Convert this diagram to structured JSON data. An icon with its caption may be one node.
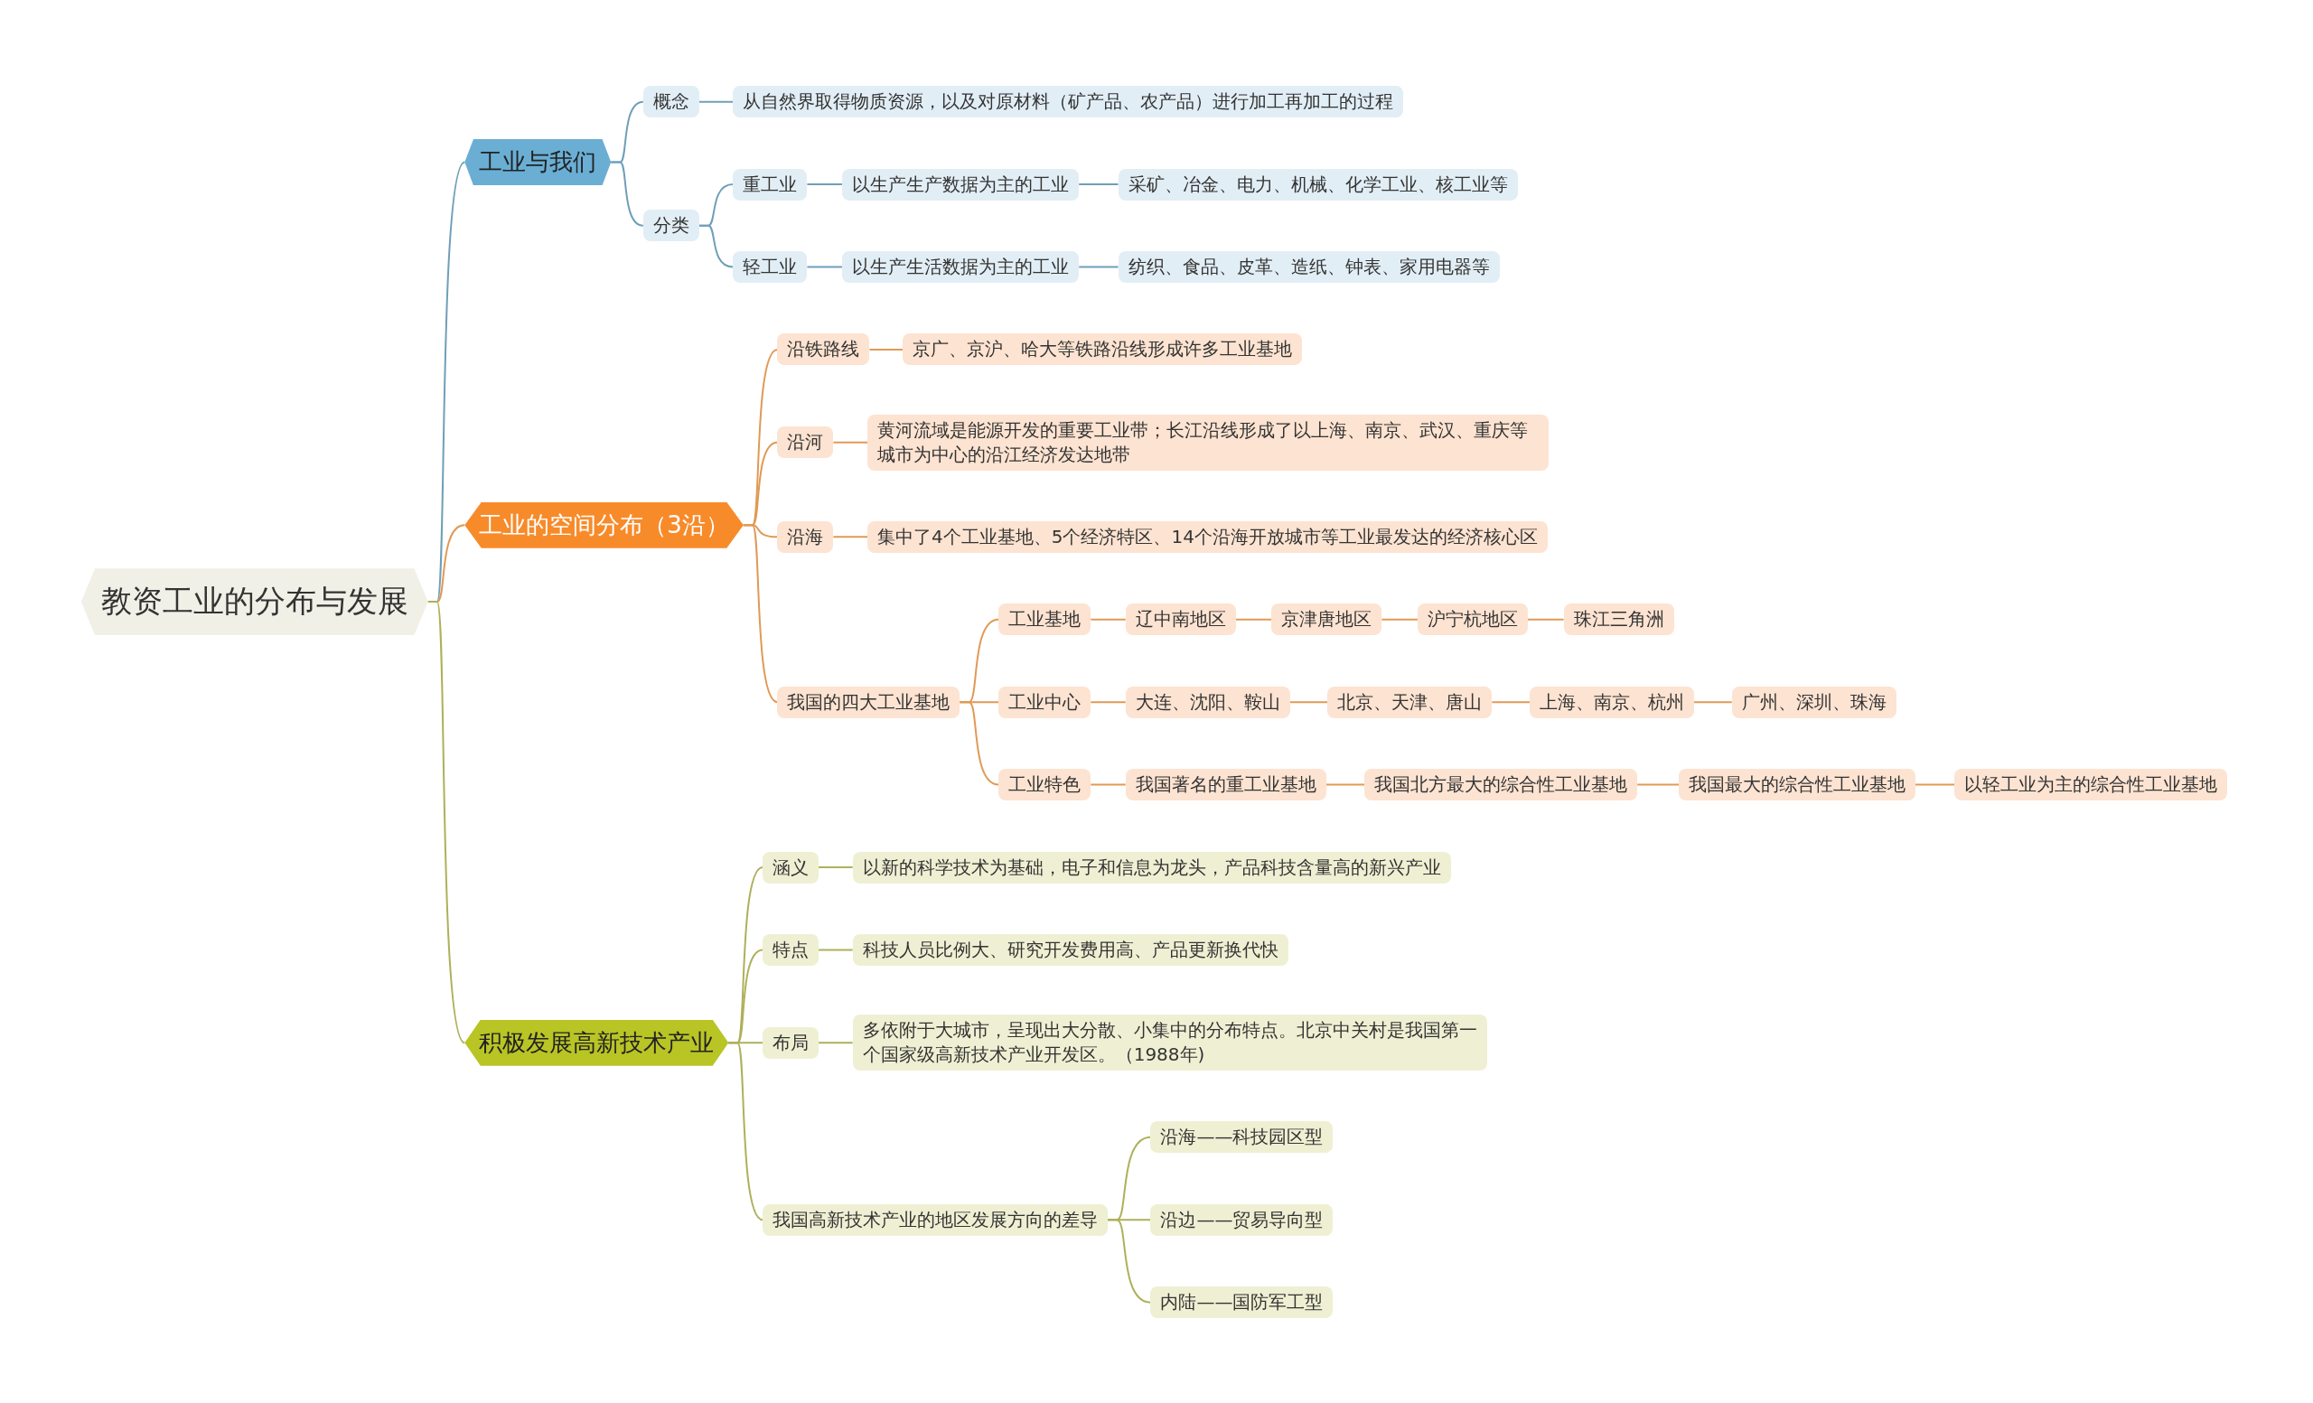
{
  "diagram": {
    "nodes": [
      {
        "text": [
          "教资工业的分布与发展"
        ]
      },
      {
        "text": [
          "工业与我们"
        ]
      },
      {
        "text": [
          "概念"
        ]
      },
      {
        "text": [
          "从自然界取得物质资源，以及对原材料（矿产品、农产品）进行加工再加工的过程"
        ]
      },
      {
        "text": [
          "分类"
        ]
      },
      {
        "text": [
          "重工业"
        ]
      },
      {
        "text": [
          "以生产生产数据为主的工业"
        ]
      },
      {
        "text": [
          "采矿、冶金、电力、机械、化学工业、核工业等"
        ]
      },
      {
        "text": [
          "轻工业"
        ]
      },
      {
        "text": [
          "以生产生活数据为主的工业"
        ]
      },
      {
        "text": [
          "纺织、食品、皮革、造纸、钟表、家用电器等"
        ]
      },
      {
        "text": [
          "工业的空间分布（3沿）"
        ]
      },
      {
        "text": [
          "沿铁路线"
        ]
      },
      {
        "text": [
          "京广、京沪、哈大等铁路沿线形成许多工业基地"
        ]
      },
      {
        "text": [
          "沿河"
        ]
      },
      {
        "text": [
          "黄河流域是能源开发的重要工业带；长江沿线形成了以上海、南京、武汉、重庆等城市为中心的沿江经济发达地带"
        ]
      },
      {
        "text": [
          "沿海"
        ]
      },
      {
        "text": [
          "集中了4个工业基地、5个经济特区、14个沿海开放城市等工业最发达的经济核心区"
        ]
      },
      {
        "text": [
          "我国的四大工业基地"
        ]
      },
      {
        "text": [
          "工业基地"
        ]
      },
      {
        "text": [
          "辽中南地区"
        ]
      },
      {
        "text": [
          "京津唐地区"
        ]
      },
      {
        "text": [
          "沪宁杭地区"
        ]
      },
      {
        "text": [
          "珠江三角洲"
        ]
      },
      {
        "text": [
          "工业中心"
        ]
      },
      {
        "text": [
          "大连、沈阳、鞍山"
        ]
      },
      {
        "text": [
          "北京、天津、唐山"
        ]
      },
      {
        "text": [
          "上海、南京、杭州"
        ]
      },
      {
        "text": [
          "广州、深圳、珠海"
        ]
      },
      {
        "text": [
          "工业特色"
        ]
      },
      {
        "text": [
          "我国著名的重工业基地"
        ]
      },
      {
        "text": [
          "我国北方最大的综合性工业基地"
        ]
      },
      {
        "text": [
          "我国最大的综合性工业基地"
        ]
      },
      {
        "text": [
          "以轻工业为主的综合性工业基地"
        ]
      },
      {
        "text": [
          "积极发展高新技术产业"
        ]
      },
      {
        "text": [
          "涵义"
        ]
      },
      {
        "text": [
          "以新的科学技术为基础，电子和信息为龙头，产品科技含量高的新兴产业"
        ]
      },
      {
        "text": [
          "特点"
        ]
      },
      {
        "text": [
          "科技人员比例大、研究开发费用高、产品更新换代快"
        ]
      },
      {
        "text": [
          "布局"
        ]
      },
      {
        "text": [
          "多依附于大城市，呈现出大分散、小集中的分布特点。北京中关村是我国第一个国家级高新技术产业开发区。（1988年)"
        ]
      },
      {
        "text": [
          "我国高新技术产业的地区发展方向的差导"
        ]
      },
      {
        "text": [
          "沿海——科技园区型"
        ]
      },
      {
        "text": [
          "沿边——贸易导向型"
        ]
      },
      {
        "text": [
          "内陆——国防军工型"
        ]
      }
    ],
    "edges": [
      {
        "from": 0,
        "to": 1,
        "arrow": "none",
        "color": "#6f9fb8"
      },
      {
        "from": 1,
        "to": 2,
        "arrow": "none",
        "color": "#6f9fb8"
      },
      {
        "from": 2,
        "to": 3,
        "arrow": "none",
        "color": "#6f9fb8"
      },
      {
        "from": 1,
        "to": 4,
        "arrow": "none",
        "color": "#6f9fb8"
      },
      {
        "from": 4,
        "to": 5,
        "arrow": "none",
        "color": "#6f9fb8"
      },
      {
        "from": 5,
        "to": 6,
        "arrow": "none",
        "color": "#6f9fb8"
      },
      {
        "from": 6,
        "to": 7,
        "arrow": "none",
        "color": "#6f9fb8"
      },
      {
        "from": 4,
        "to": 8,
        "arrow": "none",
        "color": "#6f9fb8"
      },
      {
        "from": 8,
        "to": 9,
        "arrow": "none",
        "color": "#6f9fb8"
      },
      {
        "from": 9,
        "to": 10,
        "arrow": "none",
        "color": "#6f9fb8"
      },
      {
        "from": 0,
        "to": 11,
        "arrow": "none"
      },
      {
        "from": 11,
        "to": 12,
        "arrow": "none"
      },
      {
        "from": 12,
        "to": 13,
        "arrow": "none"
      },
      {
        "from": 11,
        "to": 14,
        "arrow": "none"
      },
      {
        "from": 14,
        "to": 15,
        "arrow": "none"
      },
      {
        "from": 11,
        "to": 16,
        "arrow": "none"
      },
      {
        "from": 16,
        "to": 17,
        "arrow": "none"
      },
      {
        "from": 11,
        "to": 18,
        "arrow": "none"
      },
      {
        "from": 18,
        "to": 19,
        "arrow": "none"
      },
      {
        "from": 19,
        "to": 20,
        "arrow": "none"
      },
      {
        "from": 20,
        "to": 21,
        "arrow": "none"
      },
      {
        "from": 21,
        "to": 22,
        "arrow": "none"
      },
      {
        "from": 22,
        "to": 23,
        "arrow": "none"
      },
      {
        "from": 18,
        "to": 24,
        "arrow": "none"
      },
      {
        "from": 24,
        "to": 25,
        "arrow": "none"
      },
      {
        "from": 25,
        "to": 26,
        "arrow": "none"
      },
      {
        "from": 26,
        "to": 27,
        "arrow": "none"
      },
      {
        "from": 27,
        "to": 28,
        "arrow": "none"
      },
      {
        "from": 18,
        "to": 29,
        "arrow": "none"
      },
      {
        "from": 29,
        "to": 30,
        "arrow": "none"
      },
      {
        "from": 30,
        "to": 31,
        "arrow": "none"
      },
      {
        "from": 31,
        "to": 32,
        "arrow": "none"
      },
      {
        "from": 32,
        "to": 33,
        "arrow": "none"
      },
      {
        "from": 0,
        "to": 34,
        "arrow": "none"
      },
      {
        "from": 34,
        "to": 35,
        "arrow": "none"
      },
      {
        "from": 35,
        "to": 36,
        "arrow": "none"
      },
      {
        "from": 34,
        "to": 37,
        "arrow": "none"
      },
      {
        "from": 37,
        "to": 38,
        "arrow": "none"
      },
      {
        "from": 34,
        "to": 39,
        "arrow": "none"
      },
      {
        "from": 39,
        "to": 40,
        "arrow": "none"
      },
      {
        "from": 34,
        "to": 41,
        "arrow": "none"
      },
      {
        "from": 41,
        "to": 42,
        "arrow": "none"
      },
      {
        "from": 41,
        "to": 43,
        "arrow": "none"
      },
      {
        "from": 41,
        "to": 44,
        "arrow": "none"
      }
    ]
  }
}
